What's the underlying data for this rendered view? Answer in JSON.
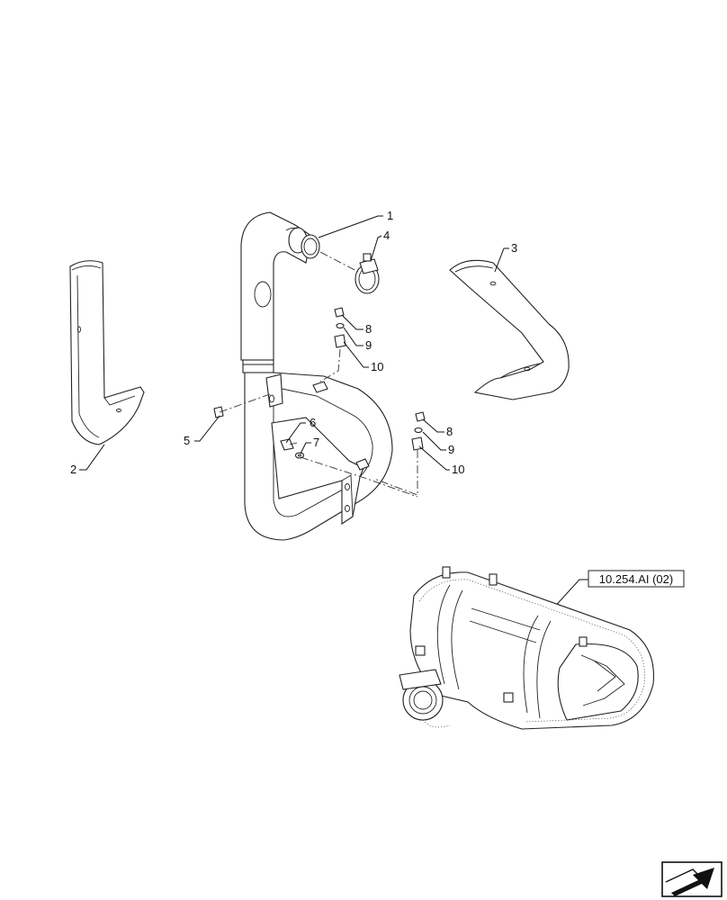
{
  "callouts": [
    {
      "id": "callout-1",
      "label": "1"
    },
    {
      "id": "callout-2",
      "label": "2"
    },
    {
      "id": "callout-3",
      "label": "3"
    },
    {
      "id": "callout-4",
      "label": "4"
    },
    {
      "id": "callout-5",
      "label": "5"
    },
    {
      "id": "callout-6",
      "label": "6"
    },
    {
      "id": "callout-7",
      "label": "7"
    },
    {
      "id": "callout-8a",
      "label": "8"
    },
    {
      "id": "callout-9a",
      "label": "9"
    },
    {
      "id": "callout-10a",
      "label": "10"
    },
    {
      "id": "callout-8b",
      "label": "8"
    },
    {
      "id": "callout-9b",
      "label": "9"
    },
    {
      "id": "callout-10b",
      "label": "10"
    }
  ],
  "reference": {
    "label": "10.254.AI (02)"
  },
  "nav_icon": {
    "name": "previous-page-arrow-icon"
  }
}
